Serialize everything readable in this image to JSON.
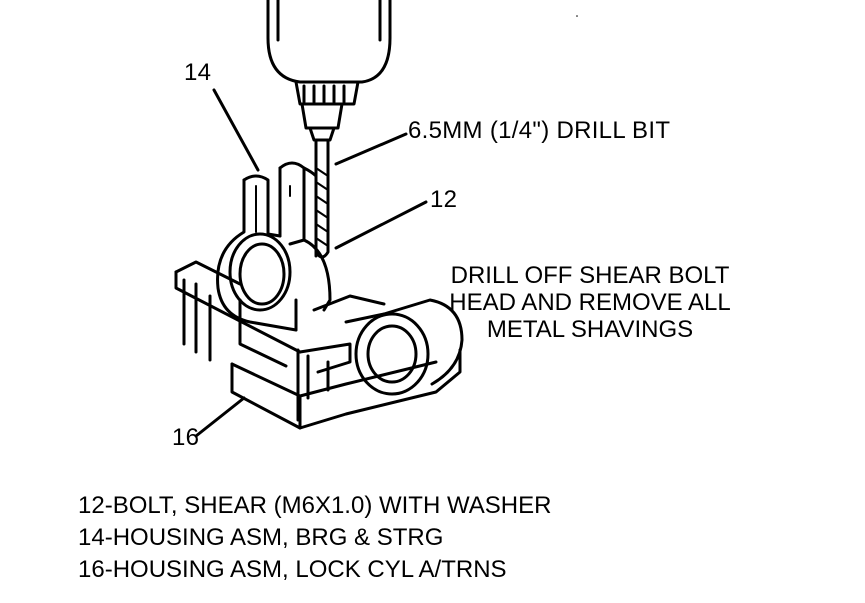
{
  "callouts": {
    "c14": "14",
    "c12": "12",
    "c16": "16",
    "drill_bit": "6.5MM (1/4\") DRILL BIT"
  },
  "instruction": [
    "DRILL OFF SHEAR BOLT",
    "HEAD AND REMOVE ALL",
    "METAL SHAVINGS"
  ],
  "legend": [
    "12-BOLT, SHEAR (M6X1.0) WITH WASHER",
    "14-HOUSING ASM, BRG & STRG",
    "16-HOUSING ASM, LOCK CYL A/TRNS"
  ]
}
